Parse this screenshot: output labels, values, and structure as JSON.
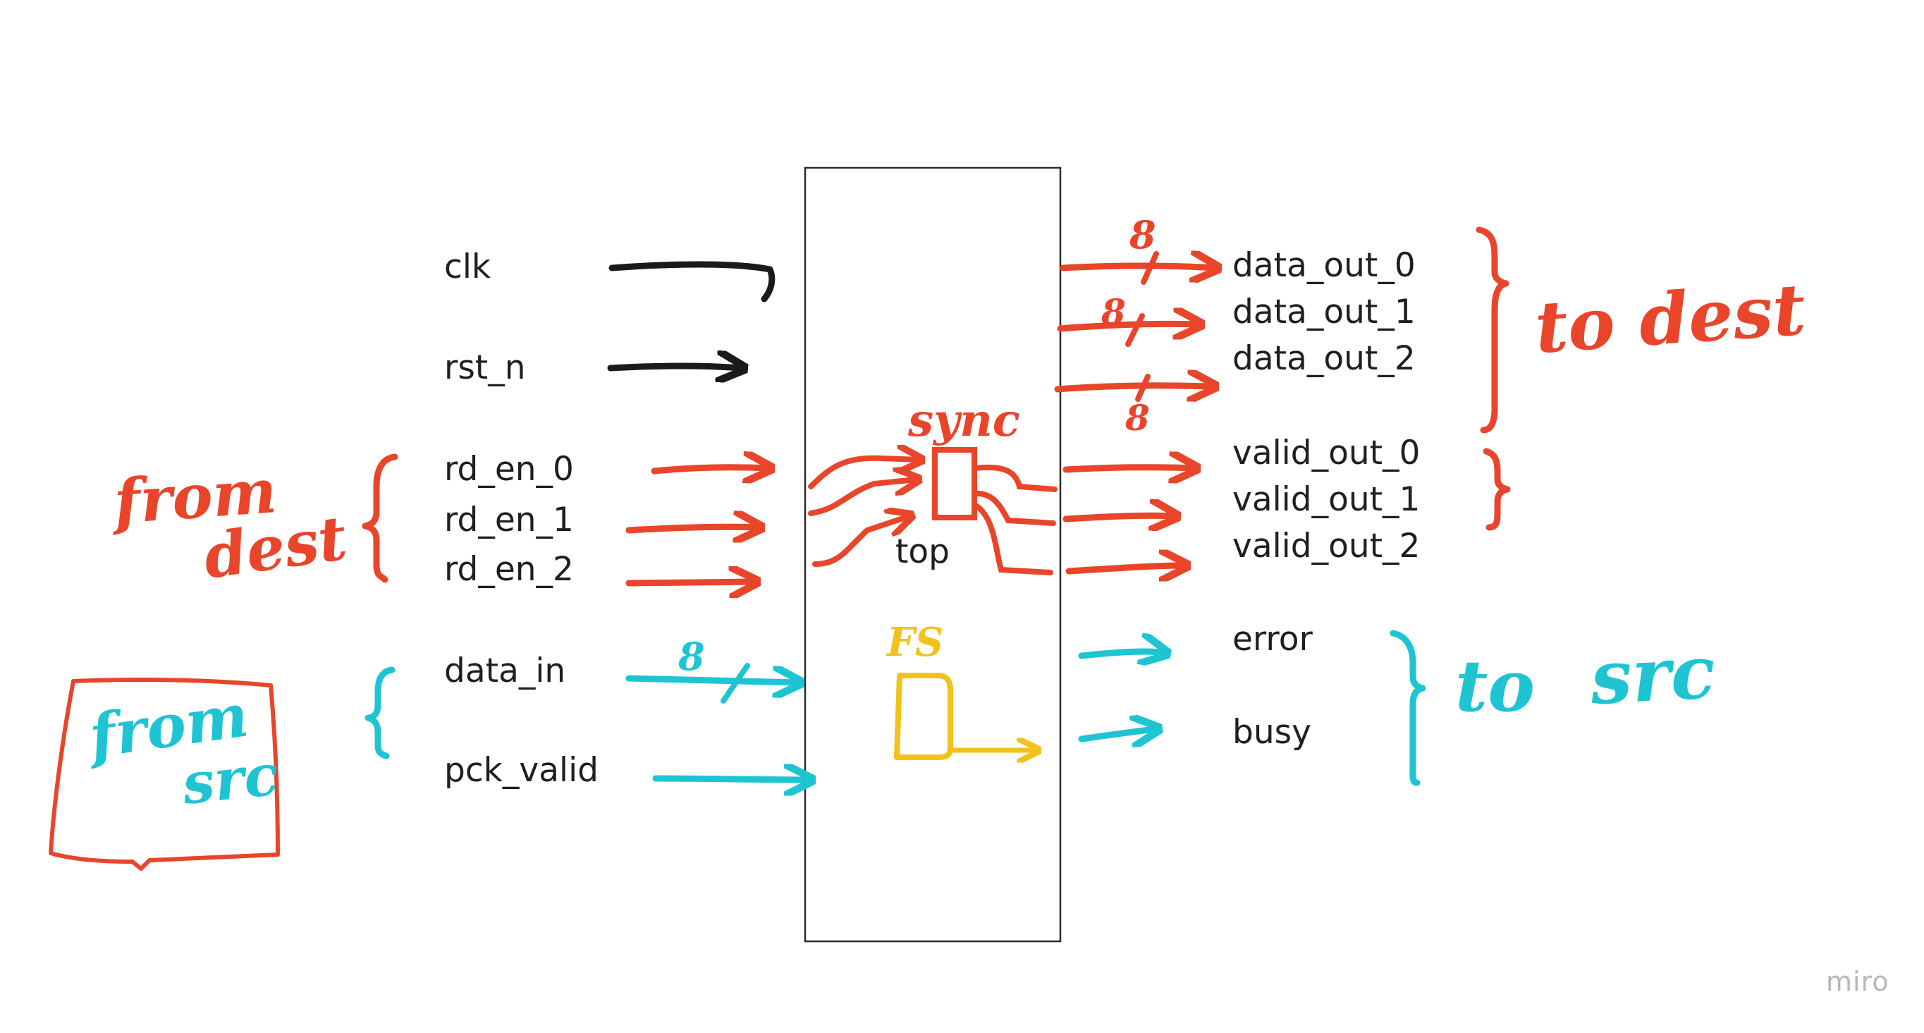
{
  "colors": {
    "red": "#e8452a",
    "cyan": "#1fc4d3",
    "yellow": "#f2c21b",
    "black": "#1a1a1a"
  },
  "module": {
    "name": "top"
  },
  "inputs": {
    "clk": "clk",
    "rst_n": "rst_n",
    "rd_en_0": "rd_en_0",
    "rd_en_1": "rd_en_1",
    "rd_en_2": "rd_en_2",
    "data_in": "data_in",
    "pck_valid": "pck_valid"
  },
  "outputs": {
    "data_out_0": "data_out_0",
    "data_out_1": "data_out_1",
    "data_out_2": "data_out_2",
    "valid_out_0": "valid_out_0",
    "valid_out_1": "valid_out_1",
    "valid_out_2": "valid_out_2",
    "error": "error",
    "busy": "busy"
  },
  "annotations": {
    "from_dest_1": "from",
    "from_dest_2": "dest",
    "from_src_1": "from",
    "from_src_2": "src",
    "to_dest": "to dest",
    "to_src_1": "to",
    "to_src_2": "src",
    "sync": "sync",
    "fs": "FS",
    "width_data_in": "8",
    "width_data_out_0": "8",
    "width_data_out_1": "8",
    "width_data_out_2": "8"
  },
  "watermark": "miro"
}
